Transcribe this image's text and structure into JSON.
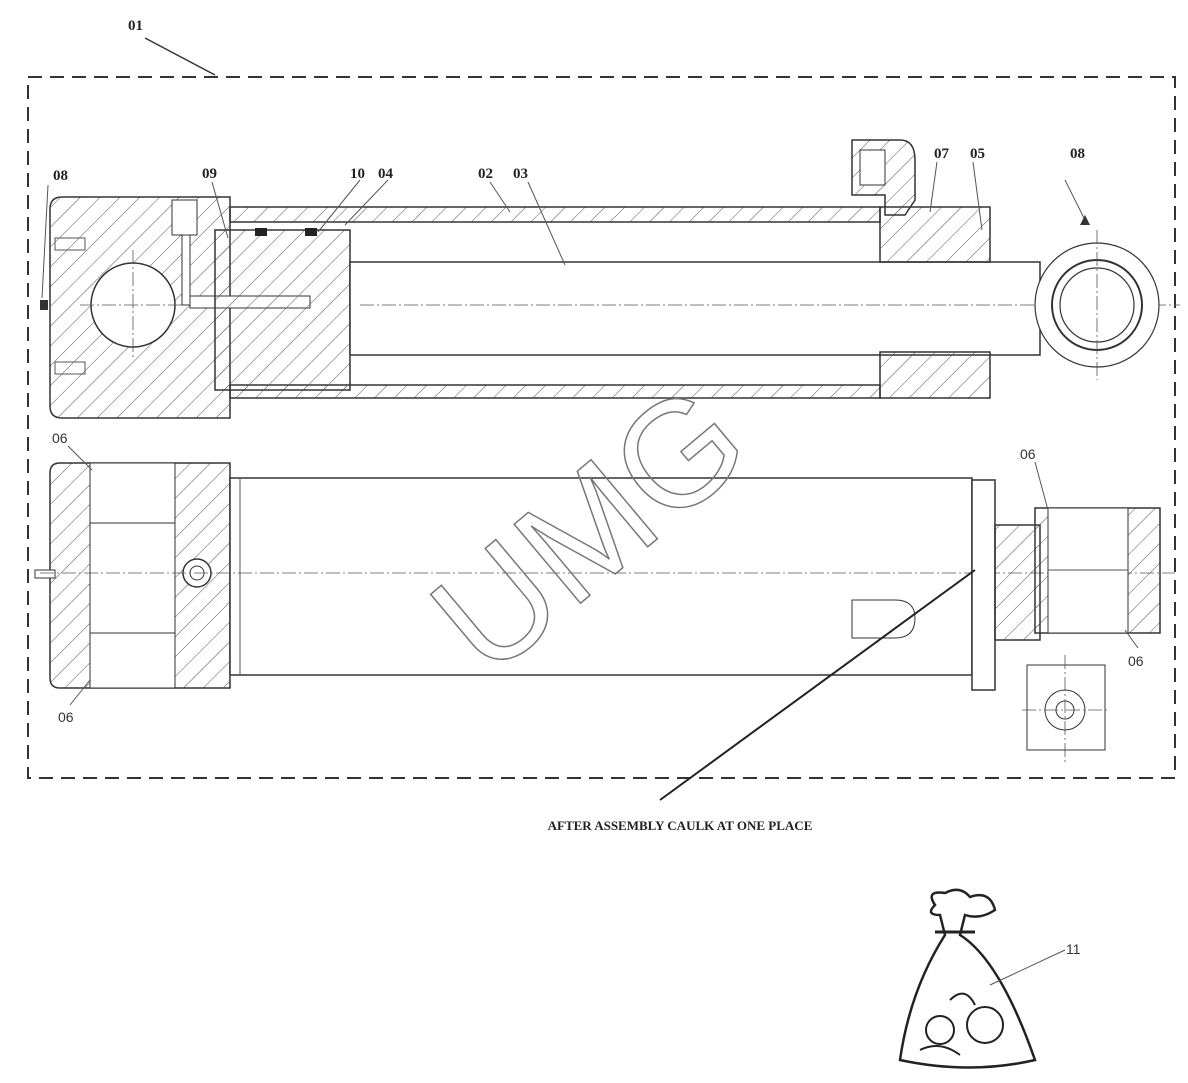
{
  "labels": {
    "assembly": "01",
    "grease_fitting_left": "08",
    "item_09": "09",
    "item_10": "10",
    "item_04": "04",
    "item_02": "02",
    "item_03": "03",
    "item_07": "07",
    "item_05": "05",
    "grease_fitting_right": "08",
    "bushing_top_left": "06",
    "bushing_top_right": "06",
    "bushing_bottom_right": "06",
    "bushing_bottom_left": "06",
    "kit_bag": "11"
  },
  "note": "AFTER ASSEMBLY CAULK AT ONE PLACE",
  "watermark": "UMG"
}
